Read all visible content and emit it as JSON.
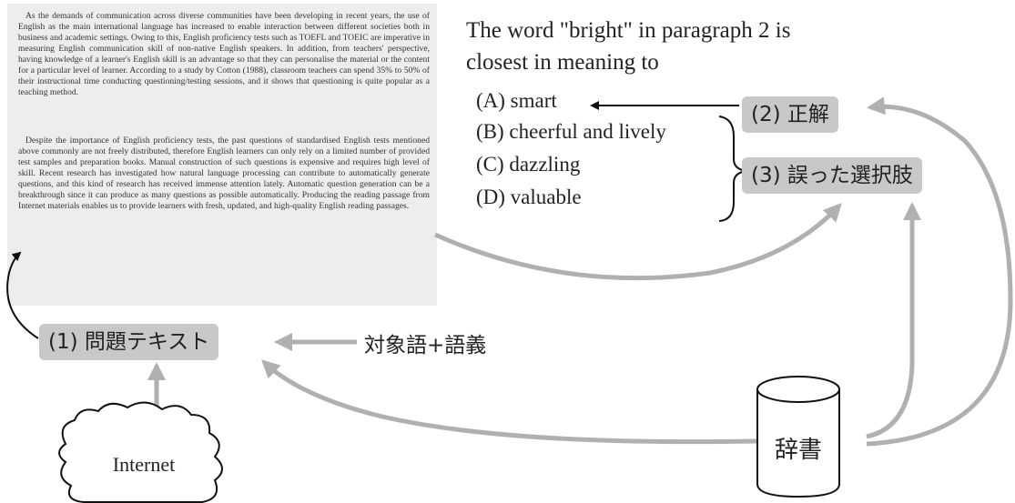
{
  "passage": {
    "paragraph1": "As the demands of communication across diverse communities have been developing in recent years, the use of English as the main international language has increased to enable interaction between different societies both in business and academic settings. Owing to this, English proficiency tests such as TOEFL and TOEIC are imperative in measuring English communication skill of non-native English speakers. In addition, from teachers' perspective, having knowledge of a learner's English skill is an advantage so that they can personalise the material or the content for a particular level of learner. According to a study by Cotton (1988), classroom teachers can spend 35% to 50% of their instructional time conducting questioning/testing sessions, and it shows that questioning is quite popular as a teaching method.",
    "paragraph2": "Despite the importance of English proficiency tests, the past questions of standardised English tests mentioned above commonly are not freely distributed, therefore English learners can only rely on a limited number of provided test samples and preparation books. Manual construction of such questions is expensive and requires high level of skill. Recent research has investigated how natural language processing can contribute to automatically generate questions, and this kind of research has received immense attention lately. Automatic question generation can be a breakthrough since it can produce as many questions as possible automatically. Producing the reading passage from Internet materials enables us to provide learners with fresh, updated, and high-quality English reading passages."
  },
  "question": {
    "stem": "The word \"bright\" in paragraph 2 is closest in meaning to",
    "options": [
      "(A) smart",
      "(B) cheerful and lively",
      "(C) dazzling",
      "(D) valuable"
    ]
  },
  "labels": {
    "answer": "(2) 正解",
    "distractors": "(3) 誤った選択肢",
    "problem_text": "(1) 問題テキスト",
    "target_word_sense": "対象語+語義",
    "dictionary": "辞書",
    "internet": "Internet"
  },
  "colors": {
    "passage_bg": "#ededed",
    "label_box_bg": "#c8c8c8",
    "arrow_gray": "#b0b0b0",
    "arrow_black": "#111111"
  }
}
